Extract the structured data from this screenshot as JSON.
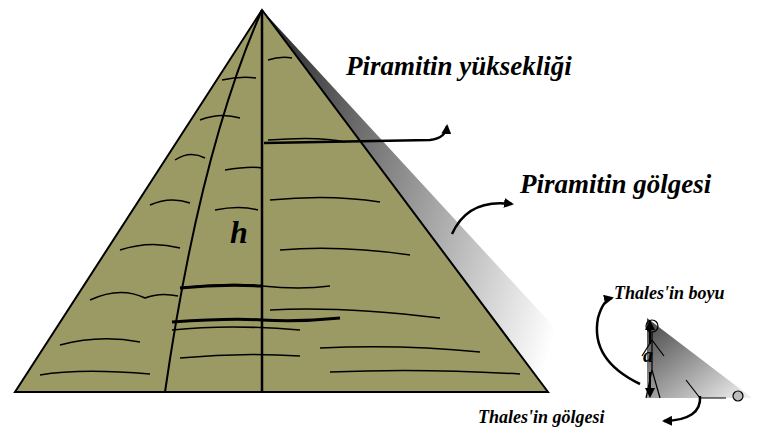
{
  "diagram": {
    "labels": [
      "Piramitin yüksekliği",
      "Piramitin gölgesi",
      "h",
      "Thales'in boyu",
      "a",
      "Thales'in gölgesi"
    ]
  }
}
